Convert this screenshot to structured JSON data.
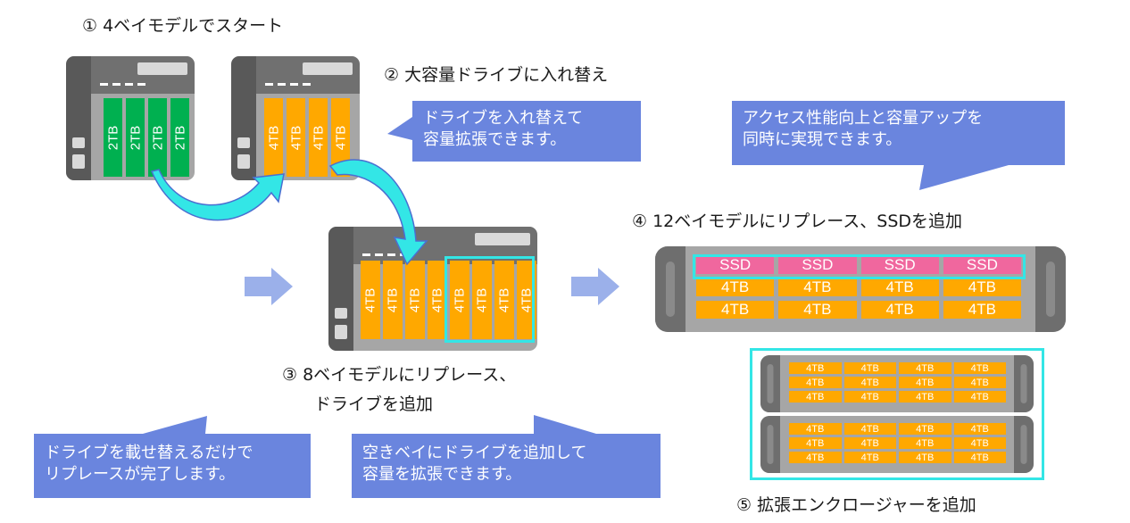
{
  "steps": {
    "step1": "① 4ベイモデルでスタート",
    "step2": "② 大容量ドライブに入れ替え",
    "step3_line1": "③ 8ベイモデルにリプレース、",
    "step3_line2": "ドライブを追加",
    "step4": "④ 12ベイモデルにリプレース、SSDを追加",
    "step5": "⑤ 拡張エンクロージャーを追加"
  },
  "bubbles": {
    "swap": [
      "ドライブを入れ替えて",
      "容量拡張できます。"
    ],
    "performance": [
      "アクセス性能向上と容量アップを",
      "同時に実現できます。"
    ],
    "replace": [
      "ドライブを載せ替えるだけで",
      "リプレースが完了します。"
    ],
    "add": [
      "空きベイにドライブを追加して",
      "容量を拡張できます。"
    ]
  },
  "nas4_start": {
    "drives": [
      "2TB",
      "2TB",
      "2TB",
      "2TB"
    ]
  },
  "nas4_upgraded": {
    "drives": [
      "4TB",
      "4TB",
      "4TB",
      "4TB"
    ]
  },
  "nas8": {
    "drives": [
      "4TB",
      "4TB",
      "4TB",
      "4TB",
      "4TB",
      "4TB",
      "4TB",
      "4TB"
    ]
  },
  "rack12": {
    "ssd_row": [
      "SSD",
      "SSD",
      "SSD",
      "SSD"
    ],
    "hdd_rows": [
      [
        "4TB",
        "4TB",
        "4TB",
        "4TB"
      ],
      [
        "4TB",
        "4TB",
        "4TB",
        "4TB"
      ]
    ]
  },
  "expansion": {
    "units": [
      [
        [
          "4TB",
          "4TB",
          "4TB",
          "4TB"
        ],
        [
          "4TB",
          "4TB",
          "4TB",
          "4TB"
        ],
        [
          "4TB",
          "4TB",
          "4TB",
          "4TB"
        ]
      ],
      [
        [
          "4TB",
          "4TB",
          "4TB",
          "4TB"
        ],
        [
          "4TB",
          "4TB",
          "4TB",
          "4TB"
        ],
        [
          "4TB",
          "4TB",
          "4TB",
          "4TB"
        ]
      ]
    ]
  },
  "colors": {
    "bubble": "#6a85de",
    "hdd_2tb": "#00b050",
    "hdd_4tb": "#ffa800",
    "ssd": "#f0679e",
    "highlight": "#33e6e6",
    "flow_arrow": "#9bb0ea"
  }
}
